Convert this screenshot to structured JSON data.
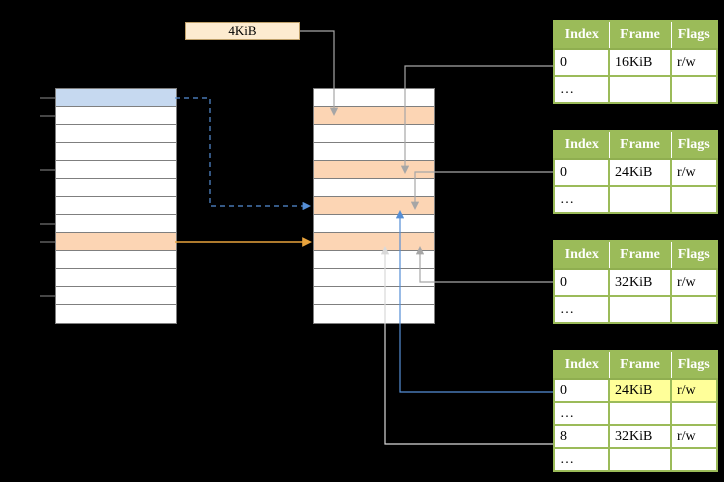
{
  "label_4kib": "4KiB",
  "memory_columns": {
    "left": {
      "rows": 13,
      "blue_rows": [
        0
      ],
      "orange_rows": [
        8
      ]
    },
    "middle": {
      "rows": 13,
      "blue_rows": [],
      "orange_rows": [
        1,
        4,
        6,
        8
      ]
    }
  },
  "page_tables": [
    {
      "headers": [
        "Index",
        "Frame",
        "Flags"
      ],
      "rows": [
        [
          "0",
          "16KiB",
          "r/w"
        ],
        [
          "…",
          "",
          ""
        ]
      ]
    },
    {
      "headers": [
        "Index",
        "Frame",
        "Flags"
      ],
      "rows": [
        [
          "0",
          "24KiB",
          "r/w"
        ],
        [
          "…",
          "",
          ""
        ]
      ]
    },
    {
      "headers": [
        "Index",
        "Frame",
        "Flags"
      ],
      "rows": [
        [
          "0",
          "32KiB",
          "r/w"
        ],
        [
          "…",
          "",
          ""
        ]
      ]
    },
    {
      "headers": [
        "Index",
        "Frame",
        "Flags"
      ],
      "rows": [
        [
          "0",
          "24KiB",
          "r/w"
        ],
        [
          "…",
          "",
          ""
        ],
        [
          "8",
          "32KiB",
          "r/w"
        ],
        [
          "…",
          "",
          ""
        ]
      ],
      "highlighted_row": 0,
      "highlighted_cells": [
        "Frame",
        "Flags"
      ]
    }
  ],
  "colors": {
    "background": "#000000",
    "table_header_green": "#9bbb59",
    "highlight_yellow": "#ffff99",
    "page_blue": "#c6d9f0",
    "frame_orange": "#fcd5b4",
    "label_cream": "#fdebd0",
    "arrow_gray": "#a6a6a6",
    "arrow_light": "#d9d9d9",
    "arrow_blue": "#558ed5",
    "arrow_orange": "#e8a33c"
  }
}
